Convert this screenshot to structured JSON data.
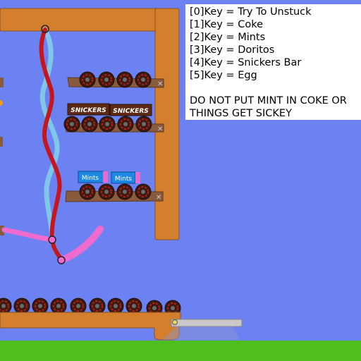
{
  "key_panel": {
    "lines": [
      "[0]Key = Try To Unstuck",
      "[1]Key = Coke",
      "[2]Key = Mints",
      "[3]Key = Doritos",
      "[4]Key = Snickers Bar",
      "[5]Key = Egg"
    ],
    "warning_line1": "DO NOT PUT MINT IN COKE OR",
    "warning_line2": "THINGS GET SICKEY"
  },
  "items": {
    "snickers_label": "SNICKERS",
    "mints_label": "Mints"
  },
  "colors": {
    "background": "#6d82f2",
    "frame": "#d37f2e",
    "shelf": "#8a5a3c",
    "ground": "#4fbf1f",
    "ribbon_red": "#c4161c",
    "ribbon_blue": "#7fc6e8",
    "pink_ramp": "#f06bd0"
  },
  "icons": {
    "wheel": "conveyor-wheel-icon",
    "pin": "pivot-pin-icon"
  }
}
